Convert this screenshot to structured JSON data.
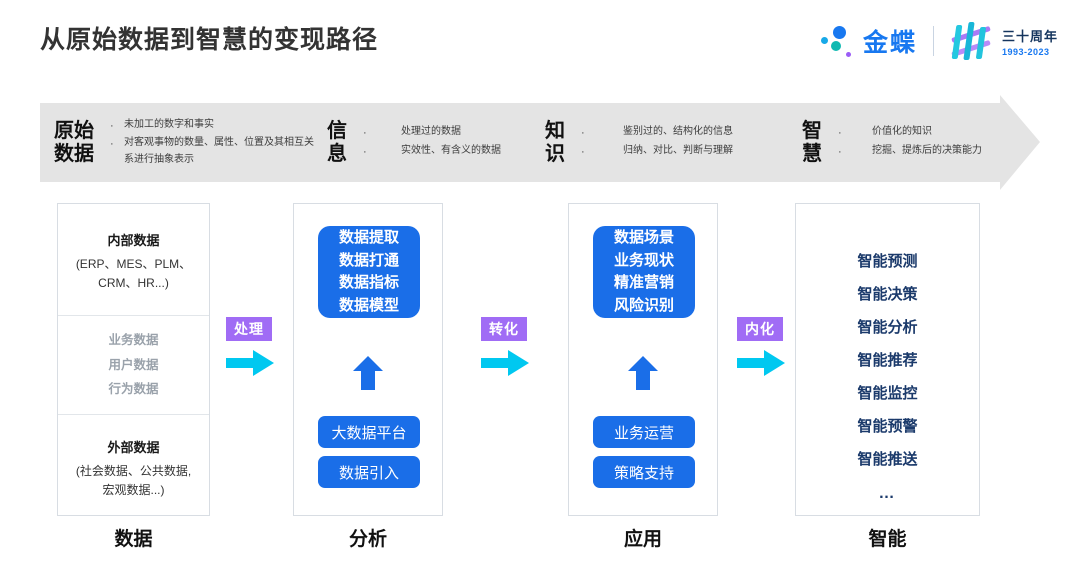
{
  "header": {
    "title": "从原始数据到智慧的变现路径",
    "logo": {
      "brand": "金蝶",
      "anniversary_cn": "三十周年",
      "anniversary_years": "1993-2023"
    }
  },
  "band": {
    "segments": [
      {
        "title": "原始\n数据",
        "title_line1": "原始",
        "title_line2": "数据",
        "bullets": [
          "未加工的数字和事实",
          "对客观事物的数量、属性、位置及其相互关系进行抽象表示"
        ]
      },
      {
        "title_line1": "信",
        "title_line2": "息",
        "bullets": [
          "处理过的数据",
          "实效性、有含义的数据"
        ]
      },
      {
        "title_line1": "知",
        "title_line2": "识",
        "bullets": [
          "鉴别过的、结构化的信息",
          "归纳、对比、判断与理解"
        ]
      },
      {
        "title_line1": "智",
        "title_line2": "慧",
        "bullets": [
          "价值化的知识",
          "挖掘、提炼后的决策能力"
        ]
      }
    ],
    "bullet_marker": "·"
  },
  "columns": [
    {
      "label": "数据",
      "internal": {
        "head": "内部数据",
        "sub_line1": "(ERP、MES、PLM、",
        "sub_line2": "CRM、HR...)"
      },
      "middle": [
        "业务数据",
        "用户数据",
        "行为数据"
      ],
      "external": {
        "head": "外部数据",
        "sub_line1": "(社会数据、公共数据,",
        "sub_line2": "宏观数据...)"
      }
    },
    {
      "label": "分析",
      "box_lines": [
        "数据提取",
        "数据打通",
        "数据指标",
        "数据模型"
      ],
      "pills": [
        "大数据平台",
        "数据引入"
      ]
    },
    {
      "label": "应用",
      "box_lines": [
        "数据场景",
        "业务现状",
        "精准营销",
        "风险识别"
      ],
      "pills": [
        "业务运营",
        "策略支持"
      ]
    },
    {
      "label": "智能",
      "items": [
        "智能预测",
        "智能决策",
        "智能分析",
        "智能推荐",
        "智能监控",
        "智能预警",
        "智能推送"
      ],
      "ellipsis": "…"
    }
  ],
  "connectors": [
    {
      "label": "处理"
    },
    {
      "label": "转化"
    },
    {
      "label": "内化"
    }
  ],
  "colors": {
    "blue": "#1a6ee8",
    "purple": "#a06cf5",
    "cyan": "#00c8f0",
    "navy": "#1b3a6b",
    "band_grey": "#e4e4e4"
  }
}
